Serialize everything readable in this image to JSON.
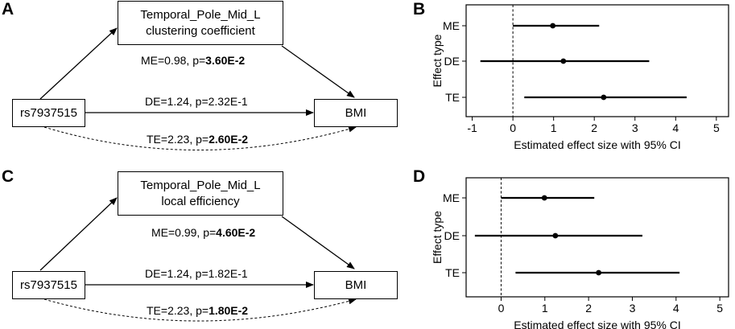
{
  "panels": {
    "A": "A",
    "B": "B",
    "C": "C",
    "D": "D"
  },
  "diagram_top": {
    "mediator_line1": "Temporal_Pole_Mid_L",
    "mediator_line2": "clustering coefficient",
    "exposure": "rs7937515",
    "outcome": "BMI",
    "me": {
      "prefix": "ME=0.98, p=",
      "p": "3.60E-2"
    },
    "de": "DE=1.24, p=2.32E-1",
    "te": {
      "prefix": "TE=2.23, p=",
      "p": "2.60E-2"
    }
  },
  "diagram_bottom": {
    "mediator_line1": "Temporal_Pole_Mid_L",
    "mediator_line2": "local efficiency",
    "exposure": "rs7937515",
    "outcome": "BMI",
    "me": {
      "prefix": "ME=0.99, p=",
      "p": "4.60E-2"
    },
    "de": "DE=1.24, p=1.82E-1",
    "te": {
      "prefix": "TE=2.23, p=",
      "p": "1.80E-2"
    }
  },
  "chart_data": [
    {
      "type": "scatter",
      "panel": "B",
      "ylabel": "Effect type",
      "xlabel": "Estimated effect size with 95% CI",
      "categories": [
        "ME",
        "DE",
        "TE"
      ],
      "estimates": [
        0.98,
        1.24,
        2.23
      ],
      "ci_low": [
        0.0,
        -0.8,
        0.28
      ],
      "ci_high": [
        2.12,
        3.35,
        4.27
      ],
      "xlim": [
        -1.15,
        5.3
      ],
      "xticks": [
        -1,
        0,
        1,
        2,
        3,
        4,
        5
      ],
      "reference_line": 0
    },
    {
      "type": "scatter",
      "panel": "D",
      "ylabel": "Effect type",
      "xlabel": "Estimated effect size with 95% CI",
      "categories": [
        "ME",
        "DE",
        "TE"
      ],
      "estimates": [
        0.99,
        1.24,
        2.23
      ],
      "ci_low": [
        0.0,
        -0.6,
        0.33
      ],
      "ci_high": [
        2.13,
        3.23,
        4.08
      ],
      "xlim": [
        -0.8,
        5.2
      ],
      "xticks": [
        0,
        1,
        2,
        3,
        4,
        5
      ],
      "reference_line": 0
    }
  ]
}
